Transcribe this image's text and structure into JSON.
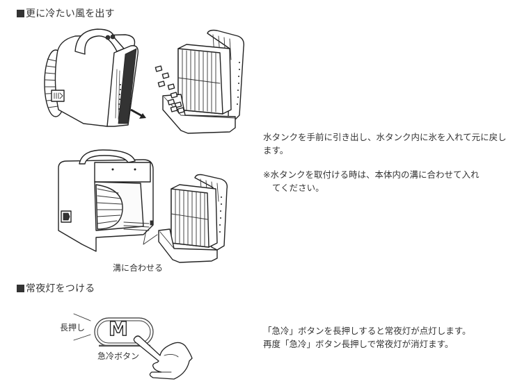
{
  "sections": [
    {
      "heading": "更に冷たい風を出す",
      "figure_label": "溝に合わせる",
      "instruction": "水タンクを手前に引き出し、水タンク内に氷を入れて元に戻します。",
      "instruction_line1": "水タンクを手前に引き出し、水タンク内に氷を入れて元",
      "instruction_line2": "に戻します。",
      "note_line1": "※水タンクを取付ける時は、本体内の溝に合わせて入れ",
      "note_line2": "てください。"
    },
    {
      "heading": "常夜灯をつける",
      "press_label": "長押し",
      "button_glyph": "M",
      "button_caption": "急冷ボタン",
      "instruction_line1": "「急冷」ボタンを長押しすると常夜灯が点灯します。",
      "instruction_line2": "再度「急冷」ボタン長押しで常夜灯が消灯ます。"
    }
  ],
  "icons": {
    "heading_marker": "black-square",
    "pull_direction": "arrow-right-down",
    "hand": "pointing-hand"
  },
  "colors": {
    "text": "#333333",
    "line_art": "#222222",
    "background": "#ffffff"
  }
}
